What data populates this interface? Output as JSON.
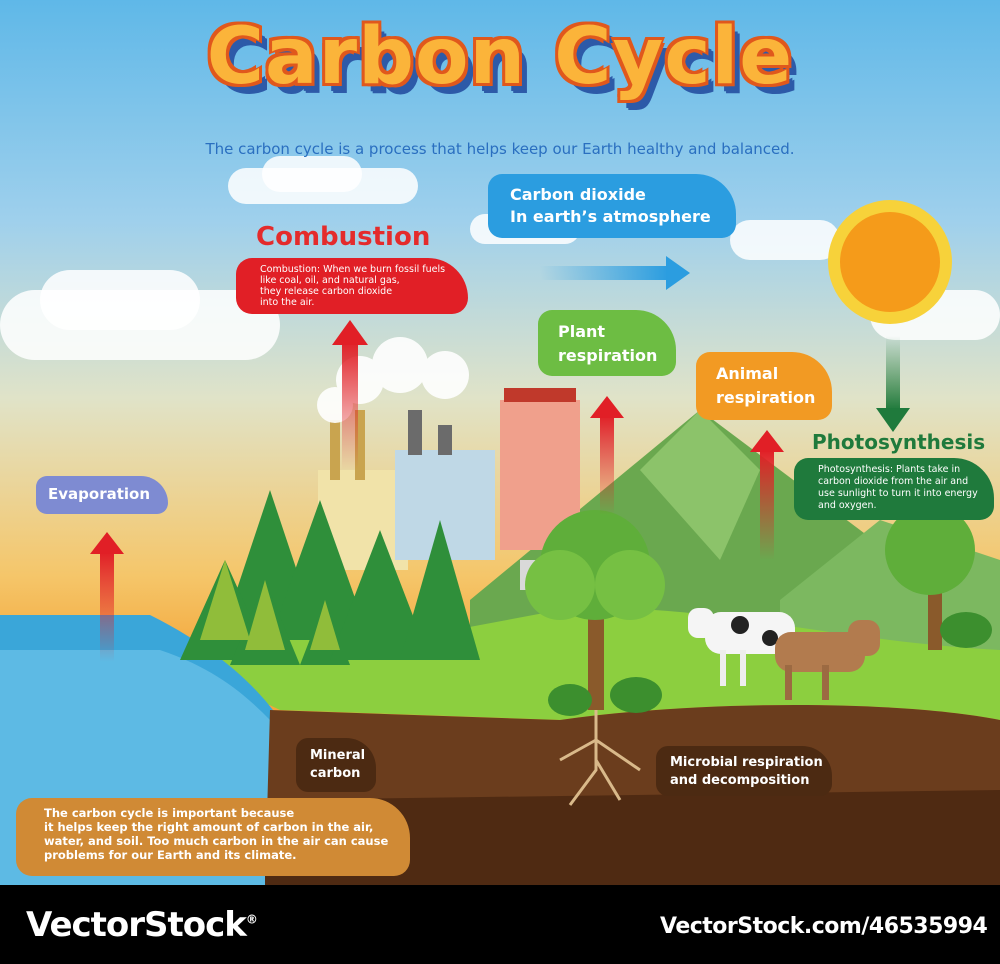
{
  "header": {
    "title": "Carbon Cycle",
    "subtitle": "The carbon cycle is a process that helps keep our Earth healthy and balanced."
  },
  "labels": {
    "co2_line1": "Carbon dioxide",
    "co2_line2": "In earth’s atmosphere",
    "combustion_title": "Combustion",
    "combustion_text_1": "Combustion: When we burn fossil fuels",
    "combustion_text_2": "like coal, oil, and natural gas,",
    "combustion_text_3": "they release carbon dioxide",
    "combustion_text_4": "into the air.",
    "plant_line1": "Plant",
    "plant_line2": "respiration",
    "animal_line1": "Animal",
    "animal_line2": "respiration",
    "photosynthesis_title": "Photosynthesis",
    "photosynthesis_text_1": "Photosynthesis: Plants take in",
    "photosynthesis_text_2": "carbon dioxide from the air and",
    "photosynthesis_text_3": "use sunlight to turn it into energy",
    "photosynthesis_text_4": "and oxygen.",
    "evaporation": "Evaporation",
    "mineral_line1": "Mineral",
    "mineral_line2": "carbon",
    "microbial_line1": "Microbial respiration",
    "microbial_line2": "and decomposition",
    "important_1": "The carbon cycle is important because",
    "important_2": "it helps keep the right amount of carbon in the air,",
    "important_3": "water, and soil. Too much carbon in the air can cause",
    "important_4": "problems for our Earth and its climate."
  },
  "footer": {
    "brand": "VectorStock",
    "brand_mark": "®",
    "url": "VectorStock.com/46535994"
  },
  "colors": {
    "co2": "#2b9de0",
    "combustion": "#e11f26",
    "plant": "#6dbd43",
    "animal": "#f29a23",
    "photosynthesis": "#1f7a3c",
    "evaporation": "#7e8bd2",
    "soil_label": "#4c2a12",
    "important": "#d08a35"
  }
}
